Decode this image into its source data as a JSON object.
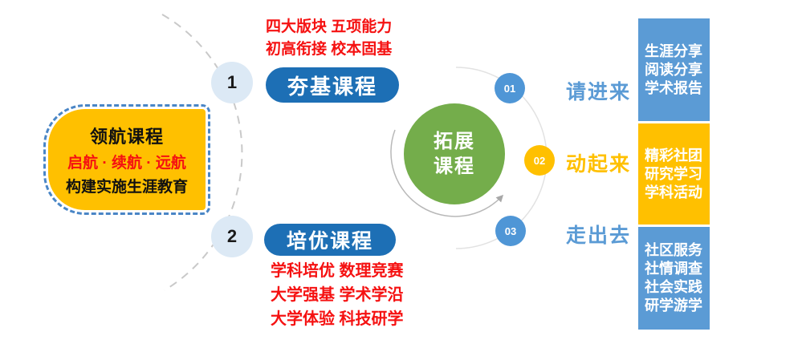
{
  "left_box": {
    "title": "领航课程",
    "subtitle": "启航 · 续航 · 远航",
    "caption": "构建实施生涯教育"
  },
  "foundation_course": {
    "badge": "1",
    "pill": "夯基课程",
    "notes": [
      "四大版块 五项能力",
      "初高衔接 校本固基"
    ]
  },
  "excellence_course": {
    "badge": "2",
    "pill": "培优课程",
    "notes": [
      "学科培优 数理竞赛",
      "大学强基 学术学沿",
      "大学体验 科技研学"
    ]
  },
  "center_circle": {
    "line1": "拓展",
    "line2": "课程"
  },
  "orbit": [
    {
      "num": "01",
      "label": "请进来"
    },
    {
      "num": "02",
      "label": "动起来"
    },
    {
      "num": "03",
      "label": "走出去"
    }
  ],
  "panels": [
    {
      "lines": [
        "生涯分享",
        "阅读分享",
        "学术报告"
      ]
    },
    {
      "lines": [
        "精彩社团",
        "研究学习",
        "学科活动"
      ]
    },
    {
      "lines": [
        "社区服务",
        "社情调查",
        "社会实践",
        "研学游学"
      ]
    }
  ],
  "colors": {
    "pill_blue": "#1d6fb5",
    "light_blue_badge": "#dce9f5",
    "green": "#74ad4b",
    "yellow": "#ffc000",
    "panel_blue": "#5b9bd5",
    "orbit_blue": "#4f96d6",
    "red_text": "#f51111",
    "dashed_border_blue": "#4a86c6",
    "arc_gray": "#c9c9c9"
  }
}
